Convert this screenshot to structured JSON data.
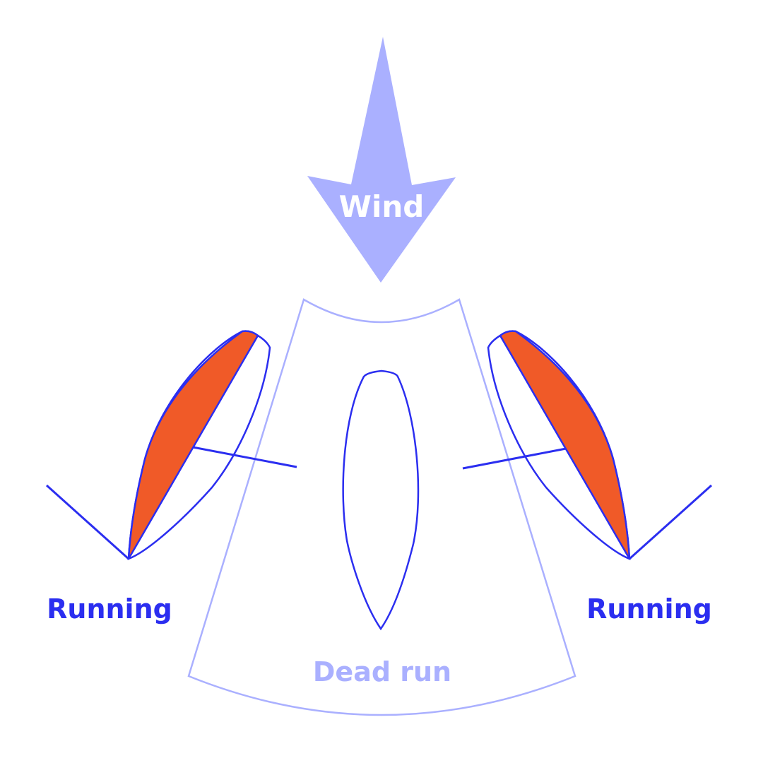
{
  "colors": {
    "wind": "#AAB0FF",
    "boat_line": "#2B2EF0",
    "sail_fill": "#F05A28",
    "zone_line": "#AAB0FF",
    "running_label": "#2B2EF0",
    "dead_run_label": "#AAB0FF"
  },
  "wind": {
    "label": "Wind",
    "icon": "down-arrow-icon"
  },
  "zones": {
    "dead_run": "Dead run"
  },
  "boats": [
    {
      "side": "left",
      "label": "Running"
    },
    {
      "side": "right",
      "label": "Running"
    }
  ]
}
